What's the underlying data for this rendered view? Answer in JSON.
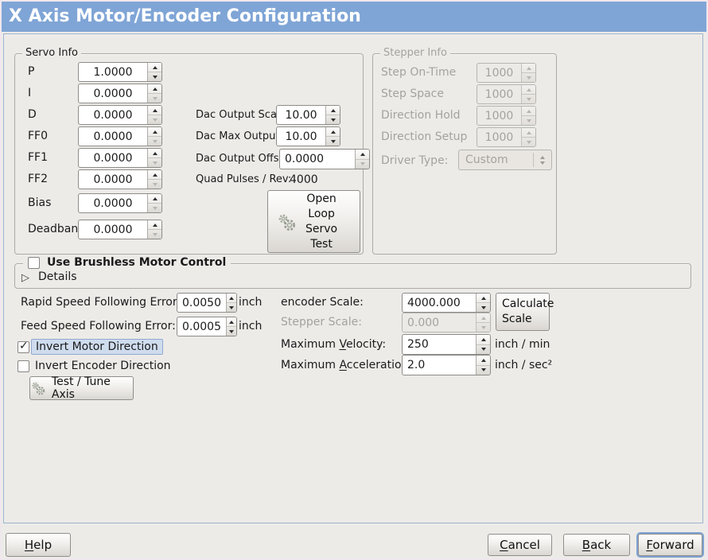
{
  "window": {
    "title": "X Axis Motor/Encoder Configuration"
  },
  "colors": {
    "titlebar_bg": "#7fa5d6",
    "titlebar_text": "#ffffff",
    "window_bg": "#edebe8",
    "content_frame_border": "#9db4d0",
    "focus_ring": "#7da2d2",
    "selected_label_bg": "#cfdcee",
    "selected_label_border": "#8fa9cf",
    "disabled_text": "#a5a29e"
  },
  "icons": {
    "open_loop_button": "gears-icon",
    "test_tune_button": "gears-icon",
    "details_expander": "triangle-right-icon",
    "spinboxes": "up-down-arrows-icon",
    "driver_type_combo": "dropdown-arrows-icon"
  },
  "servo_info": {
    "title": "Servo Info",
    "params": [
      {
        "label": "P",
        "value": "1.0000"
      },
      {
        "label": "I",
        "value": "0.0000"
      },
      {
        "label": "D",
        "value": "0.0000"
      },
      {
        "label": "FF0",
        "value": "0.0000"
      },
      {
        "label": "FF1",
        "value": "0.0000"
      },
      {
        "label": "FF2",
        "value": "0.0000"
      },
      {
        "label": "Bias",
        "value": "0.0000"
      },
      {
        "label": "Deadband",
        "value": "0.0000"
      }
    ],
    "dac_output_scale": {
      "label": "Dac Output Scale:",
      "value": "10.00"
    },
    "dac_max_output": {
      "label": "Dac Max Output:",
      "value": "10.00"
    },
    "dac_output_offset": {
      "label": "Dac Output Offset:",
      "value": "0.0000"
    },
    "quad_pulses": {
      "label": "Quad Pulses / Rev:",
      "value": "4000"
    },
    "open_loop_button": "Open\nLoop\nServo\nTest"
  },
  "stepper_info": {
    "title": "Stepper Info",
    "params": [
      {
        "label": "Step On-Time",
        "value": "1000"
      },
      {
        "label": "Step Space",
        "value": "1000"
      },
      {
        "label": "Direction Hold",
        "value": "1000"
      },
      {
        "label": "Direction Setup",
        "value": "1000"
      }
    ],
    "driver_type": {
      "label": "Driver Type:",
      "value": "Custom"
    }
  },
  "brushless": {
    "checkbox_label": "Use Brushless Motor Control",
    "details_label": "Details"
  },
  "tuning": {
    "rapid_error": {
      "label": "Rapid Speed Following Error:",
      "value": "0.0050",
      "unit": "inch"
    },
    "feed_error": {
      "label": "Feed Speed Following Error:",
      "value": "0.0005",
      "unit": "inch"
    },
    "invert_motor": "Invert Motor Direction",
    "invert_encoder": "Invert Encoder Direction",
    "test_tune_button": "Test / Tune Axis"
  },
  "scale": {
    "encoder": {
      "label": "encoder Scale:",
      "value": "4000.000"
    },
    "stepper": {
      "label": "Stepper Scale:",
      "value": "0.000"
    },
    "calculate_button": "Calculate\nScale",
    "velocity": {
      "label_pre": "Maximum ",
      "label_mn": "V",
      "label_post": "elocity:",
      "value": "250",
      "unit": "inch / min"
    },
    "acceleration": {
      "label_pre": "Maximum ",
      "label_mn": "A",
      "label_post": "cceleration:",
      "value": "2.0",
      "unit": "inch / sec²"
    }
  },
  "footer": {
    "help": {
      "mn": "H",
      "rest": "elp"
    },
    "cancel": {
      "mn": "C",
      "rest": "ancel"
    },
    "back": {
      "mn": "B",
      "rest": "ack"
    },
    "forward": {
      "mn": "F",
      "rest": "orward"
    }
  }
}
